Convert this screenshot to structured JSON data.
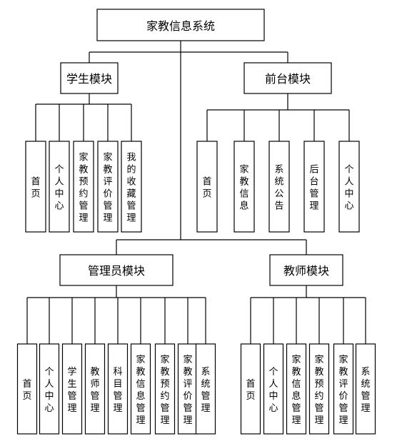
{
  "root": "家教信息系统",
  "modules": {
    "student": {
      "title": "学生模块",
      "items": [
        "首页",
        "个人中心",
        "家教预约管理",
        "家教评价管理",
        "我的收藏管理"
      ]
    },
    "front": {
      "title": "前台模块",
      "items": [
        "首页",
        "家教信息",
        "系统公告",
        "后台管理",
        "个人中心"
      ]
    },
    "admin": {
      "title": "管理员模块",
      "items": [
        "首页",
        "个人中心",
        "学生管理",
        "教师管理",
        "科目管理",
        "家教信息管理",
        "家教预约管理",
        "家教评价管理",
        "系统管理"
      ]
    },
    "teacher": {
      "title": "教师模块",
      "items": [
        "首页",
        "个人中心",
        "家教信息管理",
        "家教预约管理",
        "家教评价管理",
        "系统管理"
      ]
    }
  }
}
